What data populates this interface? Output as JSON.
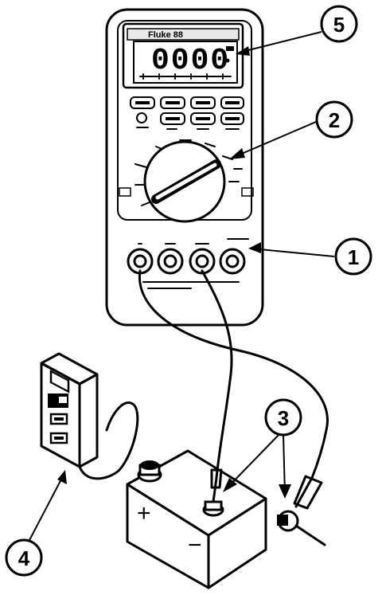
{
  "display": {
    "reading": "0000",
    "brand": "Fluke 88"
  },
  "battery": {
    "positive_symbol": "+",
    "negative_symbol": "−"
  },
  "callouts": [
    {
      "id": "1",
      "label": "1"
    },
    {
      "id": "2",
      "label": "2"
    },
    {
      "id": "3",
      "label": "3"
    },
    {
      "id": "4",
      "label": "4"
    },
    {
      "id": "5",
      "label": "5"
    }
  ]
}
